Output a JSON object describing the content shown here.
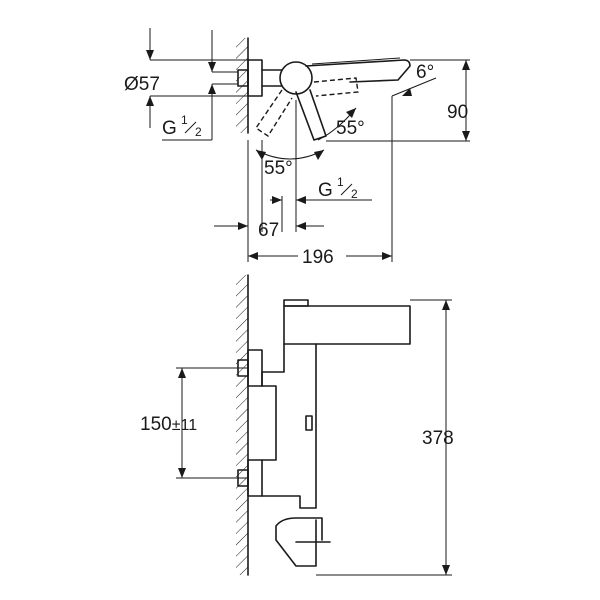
{
  "top_view": {
    "diameter": {
      "symbol": "Ø",
      "value": "57"
    },
    "thread_upper": {
      "base": "G",
      "num": "1",
      "den": "2"
    },
    "thread_lower": {
      "base": "G",
      "num": "1",
      "den": "2"
    },
    "angle_spout": "6°",
    "angle_lever_right": "55°",
    "angle_lever_left": "55°",
    "dim_height": "90",
    "dim_offset": "67",
    "dim_projection": "196"
  },
  "side_view": {
    "dim_centers": "150",
    "dim_centers_tol": "±11",
    "dim_total_height": "378"
  }
}
